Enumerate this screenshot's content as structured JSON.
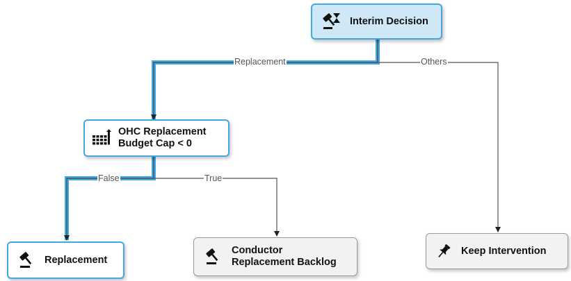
{
  "nodes": {
    "interim_decision": {
      "label": "Interim Decision",
      "icon": "gavel-hourglass-icon"
    },
    "ohc_budget": {
      "line1": "OHC Replacement",
      "line2": "Budget Cap < 0",
      "icon": "budget-grid-icon"
    },
    "replacement": {
      "label": "Replacement",
      "icon": "gavel-icon"
    },
    "conductor_backlog": {
      "line1": "Conductor",
      "line2": "Replacement Backlog",
      "icon": "gavel-icon"
    },
    "keep_intervention": {
      "label": "Keep Intervention",
      "icon": "pushpin-icon"
    }
  },
  "edges": {
    "replacement": "Replacement",
    "others": "Others",
    "false": "False",
    "true": "True"
  },
  "colors": {
    "highlight": "#43a7e0",
    "edge": "#555555",
    "node_highlight_fill": "#cfe8f7",
    "node_grey_fill": "#f2f2f2"
  }
}
